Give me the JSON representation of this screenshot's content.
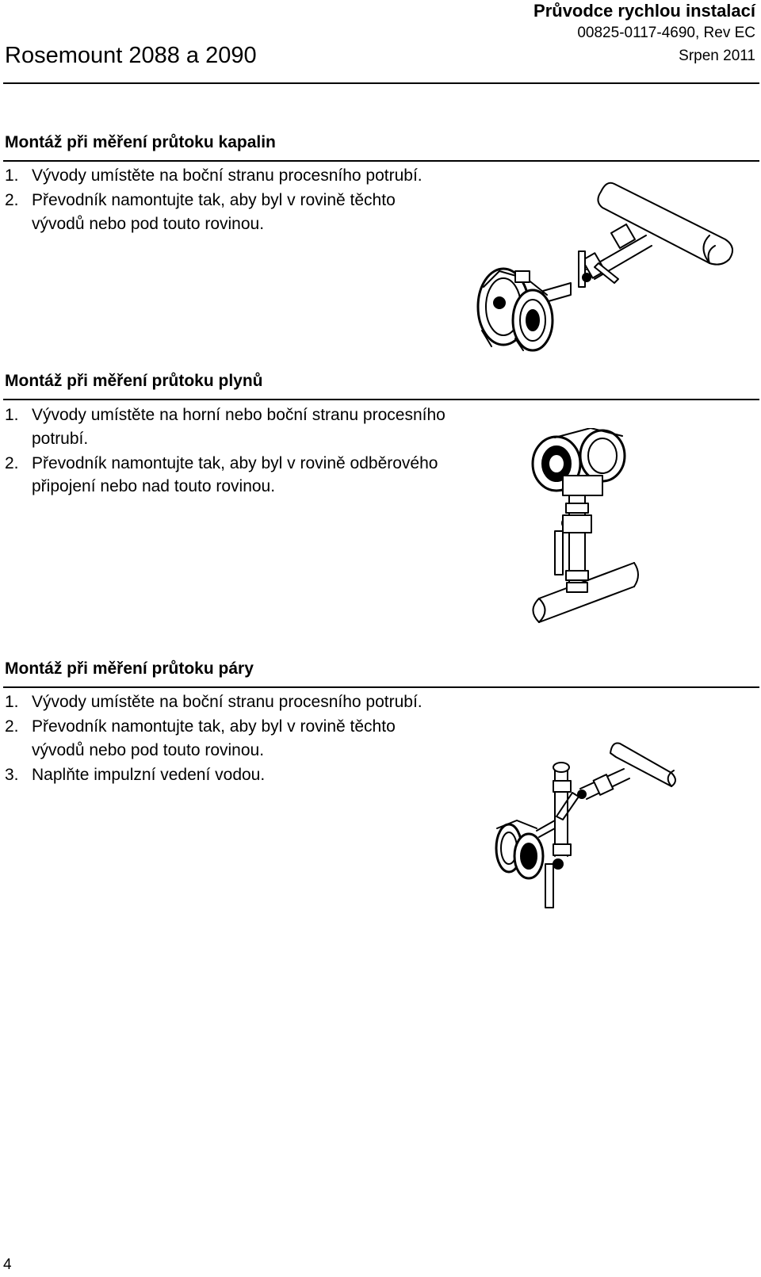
{
  "header": {
    "product": "Rosemount 2088 a 2090",
    "guide_title": "Průvodce rychlou instalací",
    "doc_number": "00825-0117-4690, Rev EC",
    "date": "Srpen 2011"
  },
  "sections": [
    {
      "title": "Montáž při měření průtoku kapalin",
      "steps": [
        {
          "num": "1.",
          "text": "Vývody umístěte na boční stranu procesního potrubí."
        },
        {
          "num": "2.",
          "text": "Převodník namontujte tak, aby byl v rovině těchto vývodů nebo pod touto rovinou."
        }
      ]
    },
    {
      "title": "Montáž při měření průtoku plynů",
      "steps": [
        {
          "num": "1.",
          "text": "Vývody umístěte na horní nebo boční stranu procesního potrubí."
        },
        {
          "num": "2.",
          "text": "Převodník namontujte tak, aby byl v rovině odběrového připojení nebo nad touto rovinou."
        }
      ]
    },
    {
      "title": "Montáž při měření průtoku páry",
      "steps": [
        {
          "num": "1.",
          "text": "Vývody umístěte na boční stranu procesního potrubí."
        },
        {
          "num": "2.",
          "text": "Převodník namontujte tak, aby byl v rovině těchto vývodů nebo pod touto rovinou."
        },
        {
          "num": "3.",
          "text": "Naplňte impulzní vedení vodou."
        }
      ]
    }
  ],
  "footer": {
    "page_number": "4"
  },
  "illustrations": [
    "liquid-installation-illustration",
    "gas-installation-illustration",
    "steam-installation-illustration"
  ]
}
